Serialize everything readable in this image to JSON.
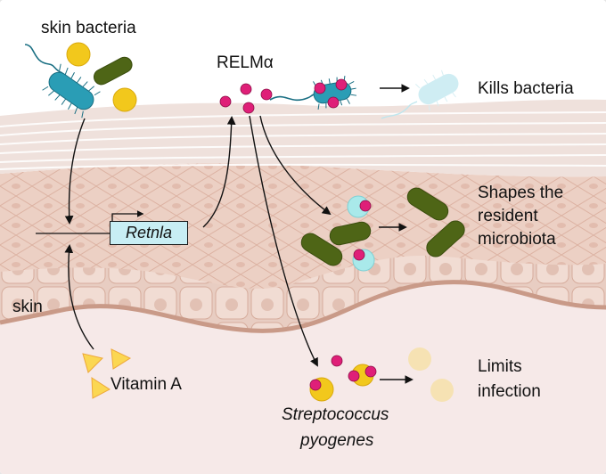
{
  "figure": {
    "labels": {
      "skin_bacteria": "skin bacteria",
      "relm": "RELMα",
      "kills_bacteria": "Kills bacteria",
      "shapes_line1": "Shapes the",
      "shapes_line2": "resident",
      "shapes_line3": "microbiota",
      "retnla": "Retnla",
      "skin": "skin",
      "vitamin_a": "Vitamin A",
      "limits_line1": "Limits",
      "limits_line2": "infection",
      "strep_line1": "Streptococcus",
      "strep_line2": "pyogenes"
    },
    "colors": {
      "background": "#ffffff",
      "stratum_corneum": "#efe1dc",
      "epidermis": "#ecd0c4",
      "dermis": "#f6e9e8",
      "basal_line": "#c99a88",
      "teal_bacteria": "#2a9db5",
      "green_bacteria": "#4e6516",
      "yellow_cocci": "#f2c81c",
      "relm_dots": "#df1f78",
      "dead_bacteria": "#cdedf3",
      "cyan_cells": "#a9e9ea",
      "faded_cocci": "#f6e2b3",
      "vitamin_a": "#fbd752",
      "retnla_box": "#c8eef4",
      "arrows": "#111111"
    }
  }
}
